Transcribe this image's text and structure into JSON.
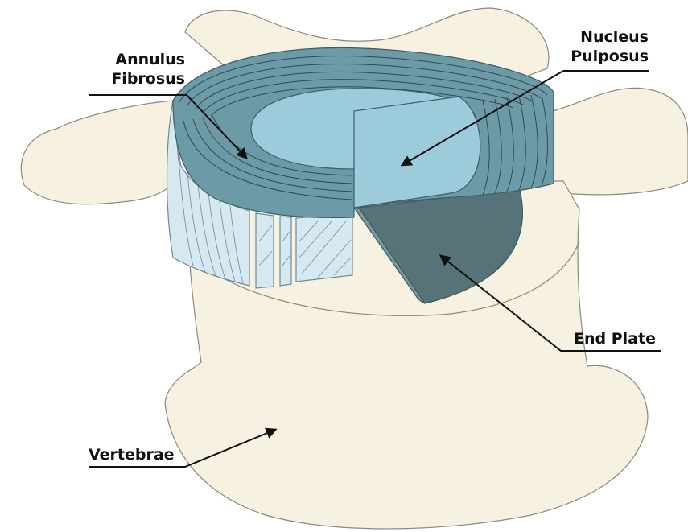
{
  "labels": {
    "annulus_fibrosus": [
      "Annulus",
      "Fibrosus"
    ],
    "nucleus_pulposus": [
      "Nucleus",
      "Pulposus"
    ],
    "end_plate": "End Plate",
    "vertebrae": "Vertebrae"
  },
  "colors": {
    "bone": "#f7f1e2",
    "bone_outline": "#8a8a7a",
    "annulus_top": "#6d9aa7",
    "annulus_side": "#d6e9f2",
    "nucleus": "#9ccbdb",
    "end_plate": "#56737a",
    "text": "#111111"
  }
}
